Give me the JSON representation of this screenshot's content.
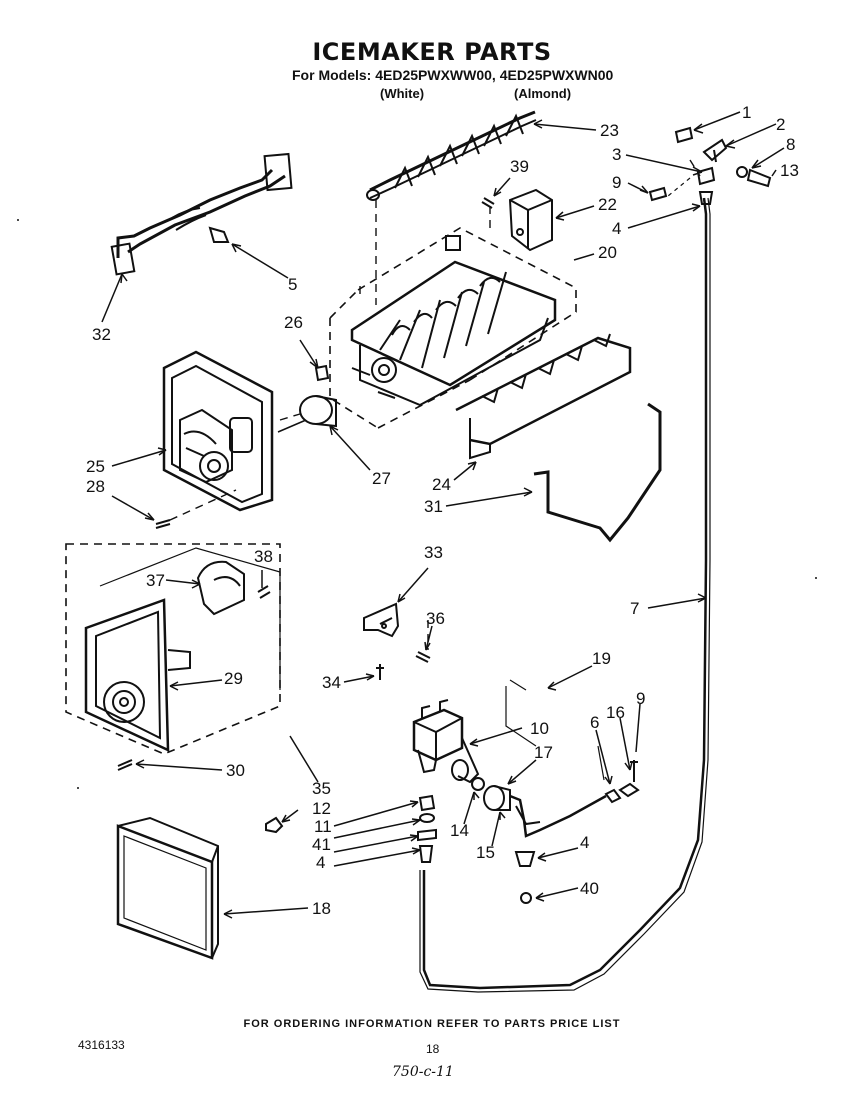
{
  "header": {
    "title": "ICEMAKER PARTS",
    "models_line": "For Models: 4ED25PWXWW00, 4ED25PWXWN00",
    "white": "(White)",
    "almond": "(Almond)"
  },
  "footer": {
    "ordering_info": "FOR ORDERING INFORMATION REFER TO PARTS PRICE LIST",
    "part_number": "4316133",
    "page_number": "18",
    "handwritten_note": "750-c-11"
  },
  "callouts": [
    "1",
    "2",
    "3",
    "8",
    "13",
    "9",
    "4",
    "23",
    "39",
    "22",
    "20",
    "5",
    "32",
    "26",
    "27",
    "25",
    "28",
    "24",
    "31",
    "7",
    "33",
    "38",
    "37",
    "36",
    "29",
    "34",
    "19",
    "10",
    "6",
    "16",
    "9",
    "17",
    "30",
    "35",
    "12",
    "11",
    "41",
    "4",
    "14",
    "15",
    "4",
    "40",
    "18"
  ]
}
